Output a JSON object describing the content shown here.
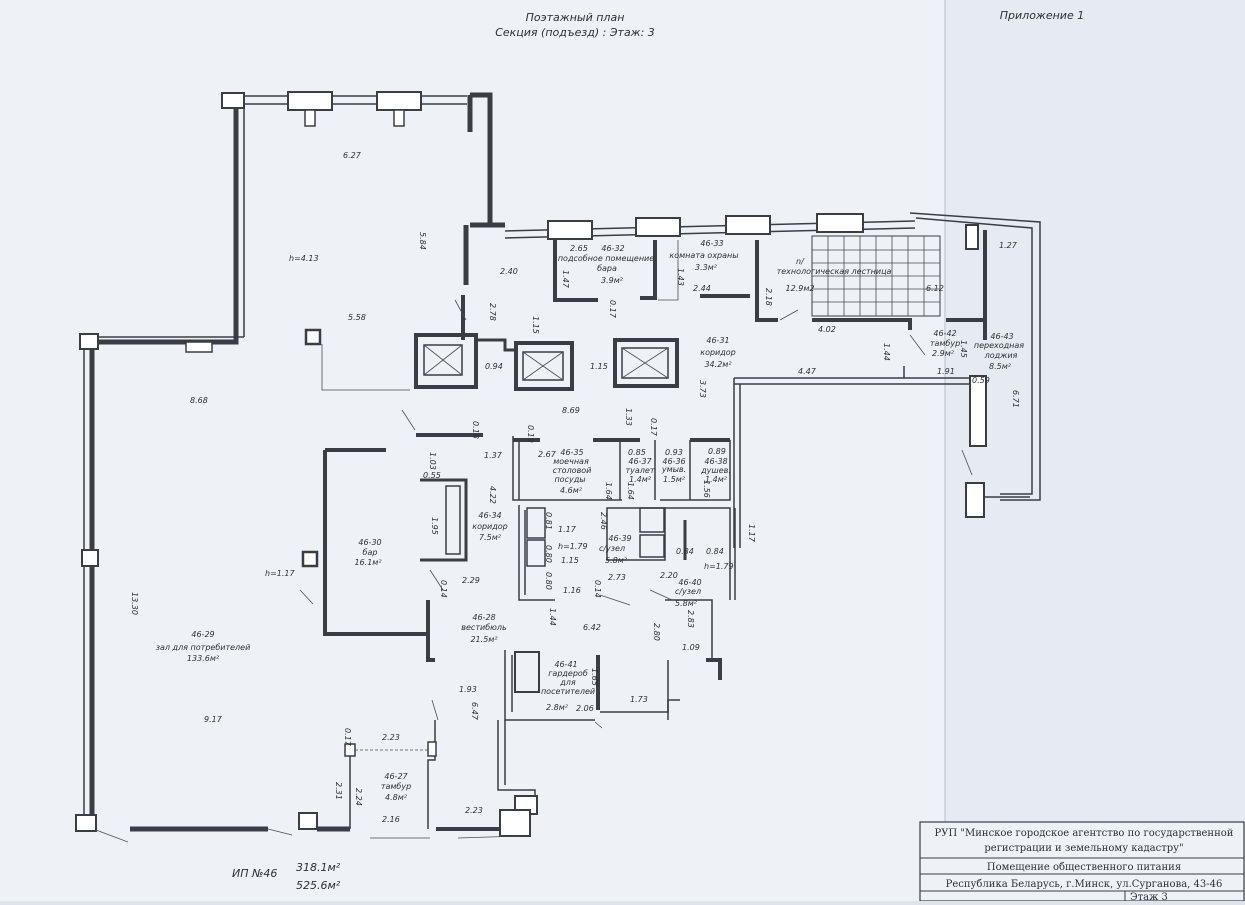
{
  "header": {
    "plan_title": "Поэтажный план",
    "section_floor": "Секция (подъезд) :      Этаж: 3",
    "appendix": "Приложение 1"
  },
  "dimensions": {
    "d_627": "6.27",
    "d_584": "5.84",
    "h_413": "h=4.13",
    "d_558": "5.58",
    "d_868": "8.68",
    "d_1330": "13.30",
    "d_917": "9.17",
    "d_240": "2.40",
    "d_278": "2.78",
    "d_265": "2.65",
    "d_147": "1.47",
    "d_017a": "0.17",
    "d_143": "1.43",
    "d_244": "2.44",
    "d_218": "2.18",
    "d_115a": "1.15",
    "d_094": "0.94",
    "d_115b": "1.15",
    "d_373": "3.73",
    "d_869": "8.69",
    "d_019": "0.19",
    "d_133": "1.33",
    "d_017b": "0.17",
    "d_018": "0.18",
    "d_137": "1.37",
    "d_103": "1.03",
    "d_055": "0.55",
    "d_422": "4.22",
    "d_195": "1.95",
    "d_267": "2.67",
    "d_085": "0.85",
    "d_093": "0.93",
    "d_089": "0.89",
    "d_164a": "1.64",
    "d_164b": "1.64",
    "d_156": "1.56",
    "d_246": "2.46",
    "d_117a": "1.17",
    "d_081": "0.81",
    "d_h179a": "h=1.79",
    "d_080a": "0.80",
    "d_115c": "1.15",
    "d_080b": "0.80",
    "d_116": "1.16",
    "d_014a": "0.14",
    "d_273": "2.73",
    "d_084a": "0.84",
    "d_084b": "0.84",
    "d_h179b": "h=1.79",
    "d_117b": "1.17",
    "d_220": "2.20",
    "d_229": "2.29",
    "d_014b": "0.14",
    "d_144a": "1.44",
    "d_642": "6.42",
    "d_280": "2.80",
    "d_283": "2.83",
    "d_109": "1.09",
    "d_165": "1.65",
    "d_173": "1.73",
    "d_206": "2.06",
    "d_193": "1.93",
    "d_647": "6.47",
    "d_017c": "0.17",
    "d_223a": "2.23",
    "d_231": "2.31",
    "d_224": "2.24",
    "d_216": "2.16",
    "d_223b": "2.23",
    "d_h117": "h=1.17",
    "d_447": "4.47",
    "d_402": "4.02",
    "d_144b": "1.44",
    "d_145": "1.45",
    "d_191": "1.91",
    "d_612": "6.12",
    "d_127": "1.27",
    "d_671": "6.71",
    "d_059": "0.59",
    "d_n": "n/"
  },
  "rooms": {
    "r3032_id": "46-32",
    "r3032_name1": "подсобное помещение",
    "r3032_name2": "бара",
    "r3032_area": "3.9м²",
    "r3033_id": "46-33",
    "r3033_name": "комната охраны",
    "r3033_area": "3.3м²",
    "rstair_name": "технологическая лестница",
    "rstair_area": "12.9м2",
    "r3031_id": "46-31",
    "r3031_name": "коридор",
    "r3031_area": "34.2м²",
    "r3042_id": "46-42",
    "r3042_name": "тамбур",
    "r3042_area": "2.9м²",
    "r3043_id": "46-43",
    "r3043_name1": "переходная",
    "r3043_name2": "лоджия",
    "r3043_area": "8.5м²",
    "r3035_id": "46-35",
    "r3035_name1": "моечная",
    "r3035_name2": "столовой",
    "r3035_name3": "посуды",
    "r3035_area": "4.6м²",
    "r3037_id": "46-37",
    "r3037_name": "туалет",
    "r3037_area": "1.4м²",
    "r3036_id": "46-36",
    "r3036_name": "умыв.",
    "r3036_area": "1.5м²",
    "r3038_id": "46-38",
    "r3038_name": "душев.",
    "r3038_area": "1.4м²",
    "r3034_id": "46-34",
    "r3034_name": "коридор",
    "r3034_area": "7.5м²",
    "r3030_id": "46-30",
    "r3030_name": "бар",
    "r3030_area": "16.1м²",
    "r3039_id": "46-39",
    "r3039_name": "с/узел",
    "r3039_area": "5.8м²",
    "r3040_id": "46-40",
    "r3040_name": "с/узел",
    "r3040_area": "5.8м²",
    "r3028_id": "46-28",
    "r3028_name": "вестибюль",
    "r3028_area": "21.5м²",
    "r3029_id": "46-29",
    "r3029_name": "зал для потребителей",
    "r3029_area": "133.6м²",
    "r3041_id": "46-41",
    "r3041_name1": "гардероб",
    "r3041_name2": "для",
    "r3041_name3": "посетителей",
    "r3041_area": "2.8м²",
    "r3027_id": "46-27",
    "r3027_name": "тамбур",
    "r3027_area": "4.8м²"
  },
  "footer": {
    "ip_label": "ИП №46",
    "area_1": "318.1м²",
    "area_2": "525.6м²"
  },
  "stamp": {
    "org_line1": "РУП \"Минское городское агентство по государственной",
    "org_line2": "регистрации и земельному кадастру\"",
    "object": "Помещение общественного питания",
    "address": "Республика Беларусь, г.Минск, ул.Сурганова, 43-46",
    "floor": "Этаж 3"
  }
}
